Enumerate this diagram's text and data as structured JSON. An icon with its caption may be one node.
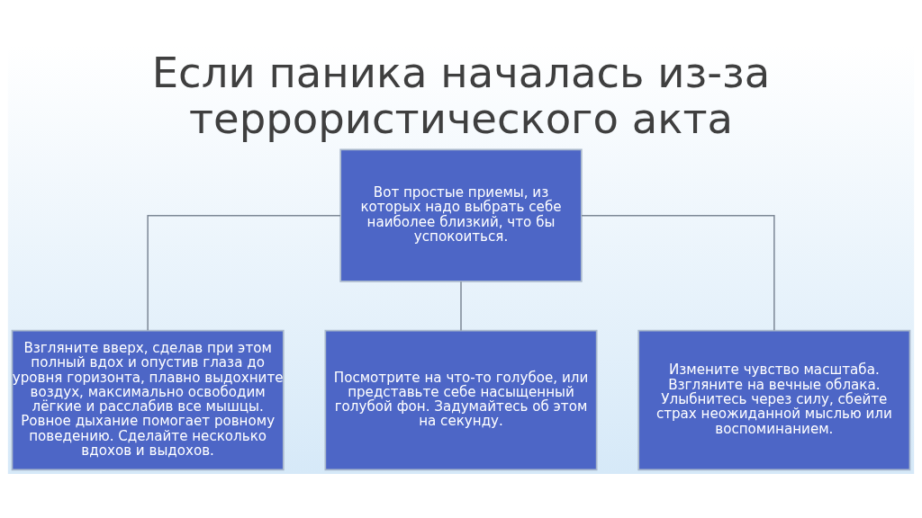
{
  "diagram": {
    "title": "Если паника началась из-за террористического акта",
    "nodes": [
      {
        "text": [
          "Вот простые приемы, из которых надо выбрать себе наиболее близкий, что бы успокоиться."
        ]
      },
      {
        "text": [
          "Взгляните вверх, сделав при этом полный вдох и опустив глаза до уровня горизонта, плавно выдохните воздух, максимально освободим лёгкие и расслабив все мышцы. Ровное дыхание помогает ровному поведению. Сделайте несколько вдохов и выдохов."
        ]
      },
      {
        "text": [
          "Посмотрите на что-то голубое, или представьте себе насыщенный голубой фон. Задумайтесь об этом на секунду."
        ]
      },
      {
        "text": [
          "Измените чувство масштаба. Взгляните на вечные облака. Улыбнитесь через силу, сбейте страх неожиданной мыслью или воспоминанием."
        ]
      }
    ],
    "edges": [
      {
        "from": 0,
        "to": 1,
        "arrow": "none"
      },
      {
        "from": 0,
        "to": 2,
        "arrow": "none"
      },
      {
        "from": 0,
        "to": 3,
        "arrow": "none"
      }
    ]
  }
}
